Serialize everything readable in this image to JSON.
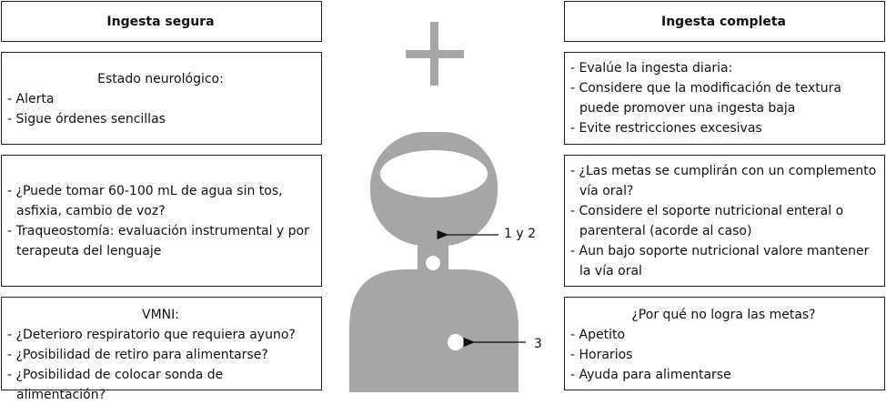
{
  "colors": {
    "figure_gray": "#a6a6a6",
    "box_border": "#222222",
    "text": "#111111",
    "background": "#ffffff"
  },
  "left": {
    "header": "Ingesta segura",
    "neuro": {
      "title": "Estado neurológico:",
      "items": [
        "Alerta",
        "Sigue órdenes sencillas"
      ]
    },
    "swallow": {
      "items": [
        "¿Puede tomar 60-100 mL de agua sin tos, asfixia, cambio de voz?",
        "Traqueostomía: evaluación instrumental y por terapeuta del lenguaje"
      ]
    },
    "vmni": {
      "title": "VMNI:",
      "items": [
        "¿Deterioro respiratorio que requiera ayuno?",
        "¿Posibilidad de retiro para alimentarse?",
        "¿Posibilidad de colocar sonda de alimentación?"
      ]
    }
  },
  "right": {
    "header": "Ingesta completa",
    "intake": {
      "items": [
        "Evalúe la ingesta diaria:",
        "Considere que la modificación de textura puede promover una ingesta baja",
        "Evite restricciones excesivas"
      ]
    },
    "goals": {
      "items": [
        "¿Las metas se cumplirán con un complemento vía oral?",
        "Considere el soporte nutricional enteral o parenteral (acorde al caso)",
        "Aun bajo soporte nutricional valore mantener la vía oral"
      ]
    },
    "why": {
      "title": "¿Por qué no logra las metas?",
      "items": [
        "Apetito",
        "Horarios",
        "Ayuda para alimentarse"
      ]
    }
  },
  "center": {
    "plus_icon": "plus-icon",
    "callout_neck": "1 y 2",
    "callout_chest": "3"
  }
}
